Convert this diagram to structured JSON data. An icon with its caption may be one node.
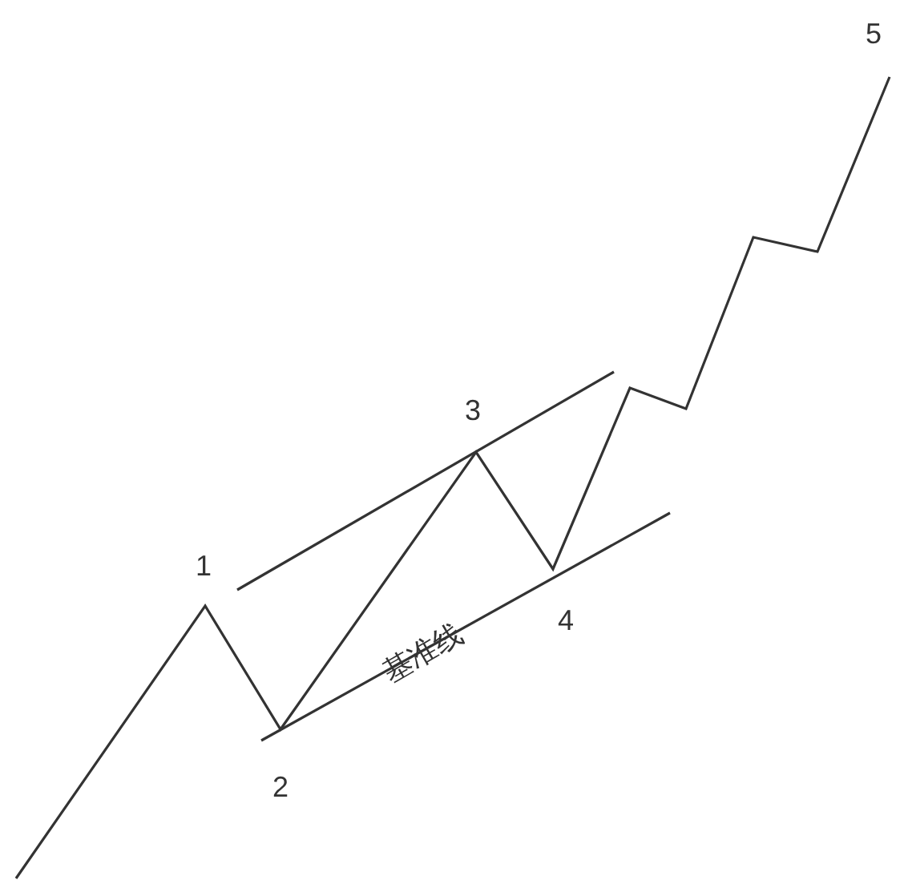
{
  "diagram": {
    "labels": [
      "5",
      "3",
      "1",
      "4",
      "基准线",
      "2"
    ]
  }
}
